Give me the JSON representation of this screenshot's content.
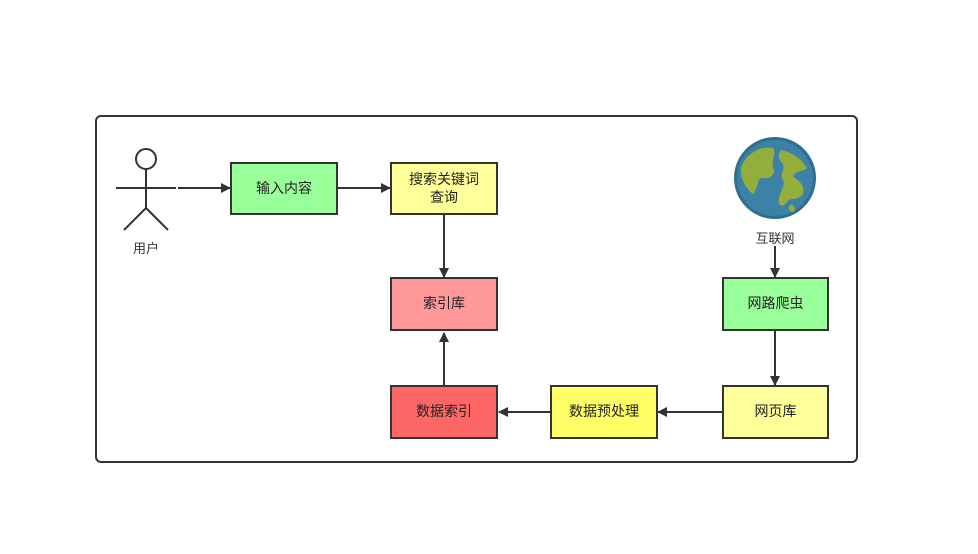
{
  "colors": {
    "green": "#99ff99",
    "yellow": "#ffff99",
    "pink": "#ff9999",
    "red": "#ff6666",
    "bright_yellow": "#ffff66",
    "stroke": "#333333"
  },
  "actor": {
    "label": "用户",
    "icon": "user-stick-figure-icon"
  },
  "globe": {
    "label": "互联网",
    "icon": "globe-icon"
  },
  "nodes": {
    "input": "输入内容",
    "search_line1": "搜索关键词",
    "search_line2": "查询",
    "index_db": "索引库",
    "crawler": "网路爬虫",
    "page_db": "网页库",
    "preprocess": "数据预处理",
    "data_index": "数据索引"
  }
}
